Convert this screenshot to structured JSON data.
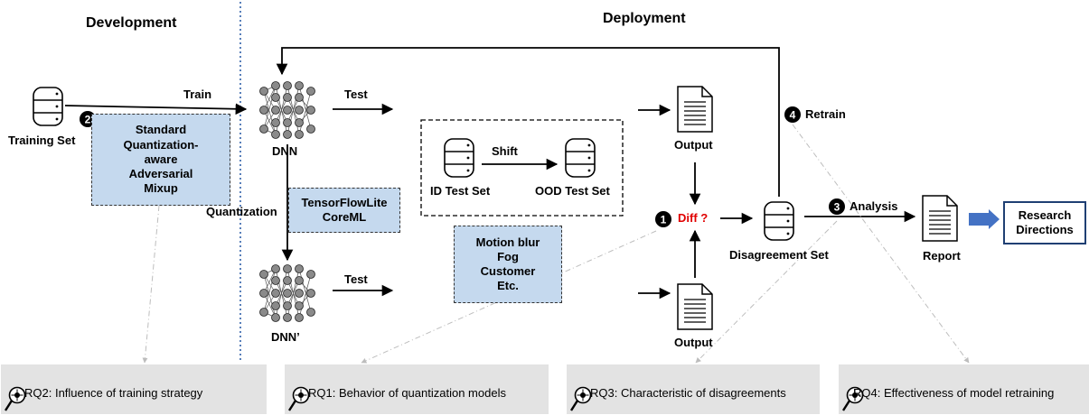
{
  "sections": {
    "development": "Development",
    "deployment": "Deployment"
  },
  "nodes": {
    "training_set": "Training Set",
    "dnn": "DNN",
    "dnn_prime": "DNN’",
    "id_test_set": "ID Test Set",
    "ood_test_set": "OOD Test Set",
    "output_top": "Output",
    "output_bottom": "Output",
    "diff": "Diff ?",
    "disagreement_set": "Disagreement Set",
    "report": "Report",
    "research_directions": [
      "Research",
      "Directions"
    ]
  },
  "edges": {
    "train": "Train",
    "test_top": "Test",
    "test_bottom": "Test",
    "shift": "Shift",
    "quantization": "Quantization",
    "analysis": "Analysis",
    "retrain": "Retrain"
  },
  "boxes": {
    "training_strategies": [
      "Standard",
      "Quantization-",
      "aware",
      "Adversarial",
      "Mixup"
    ],
    "frameworks": [
      "TensorFlowLite",
      "CoreML"
    ],
    "corruptions": [
      "Motion blur",
      "Fog",
      "Customer",
      "Etc."
    ]
  },
  "markers": [
    "1",
    "2",
    "3",
    "4"
  ],
  "research_questions": [
    "RQ2: Influence of training strategy",
    "RQ1: Behavior of quantization models",
    "RQ3: Characteristic of disagreements",
    "RQ4: Effectiveness of model retraining"
  ],
  "colors": {
    "box_fill": "#c5d9ee",
    "rq_fill": "#e3e3e3",
    "diff": "#e00000",
    "arrow_blue": "#4472c4",
    "divider": "#2e5fa8"
  }
}
